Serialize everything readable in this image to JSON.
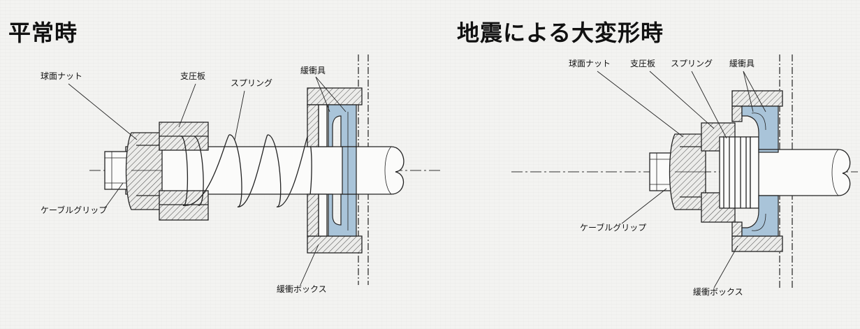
{
  "left_diagram": {
    "title": "平常時",
    "labels": {
      "nut": "球面ナット",
      "plate": "支圧板",
      "spring": "スプリング",
      "buffer": "緩衝具",
      "grip": "ケーブルグリップ",
      "box": "緩衝ボックス"
    }
  },
  "right_diagram": {
    "title": "地震による大変形時",
    "labels": {
      "nut": "球面ナット",
      "plate": "支圧板",
      "spring": "スプリング",
      "buffer": "緩衝具",
      "grip": "ケーブルグリップ",
      "box": "緩衝ボックス"
    }
  },
  "colors": {
    "buffer_fill": "#a9c4d9",
    "line": "#222222"
  }
}
